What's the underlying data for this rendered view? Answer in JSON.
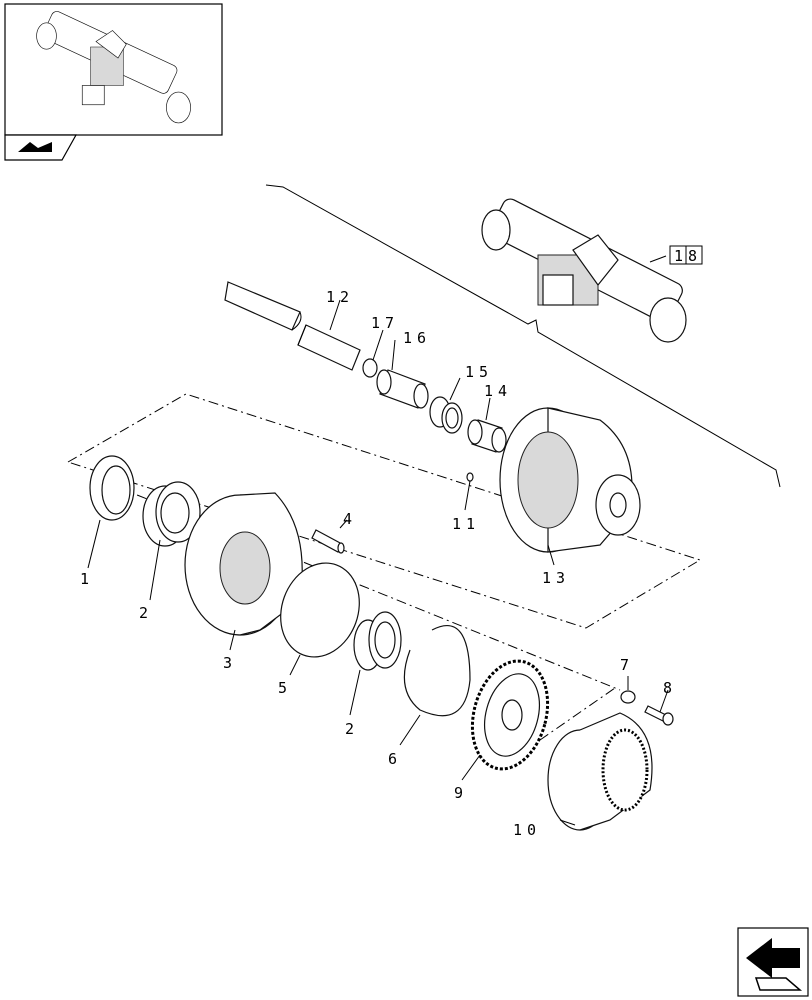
{
  "callouts": [
    {
      "id": "1",
      "text": "1"
    },
    {
      "id": "2a",
      "text": "2"
    },
    {
      "id": "2b",
      "text": "2"
    },
    {
      "id": "3",
      "text": "3"
    },
    {
      "id": "4",
      "text": "4"
    },
    {
      "id": "5",
      "text": "5"
    },
    {
      "id": "6",
      "text": "6"
    },
    {
      "id": "7",
      "text": "7"
    },
    {
      "id": "8",
      "text": "8"
    },
    {
      "id": "9",
      "text": "9"
    },
    {
      "id": "10",
      "text": "10"
    },
    {
      "id": "11",
      "text": "11"
    },
    {
      "id": "12",
      "text": "12"
    },
    {
      "id": "13",
      "text": "13"
    },
    {
      "id": "14",
      "text": "14"
    },
    {
      "id": "15",
      "text": "15"
    },
    {
      "id": "16",
      "text": "16"
    },
    {
      "id": "17",
      "text": "17"
    }
  ],
  "reference": {
    "text": "18"
  },
  "icons": {
    "prev_nav": "previous-page-icon",
    "next_nav": "next-page-icon",
    "thumbnail": "axle-thumbnail-icon"
  }
}
